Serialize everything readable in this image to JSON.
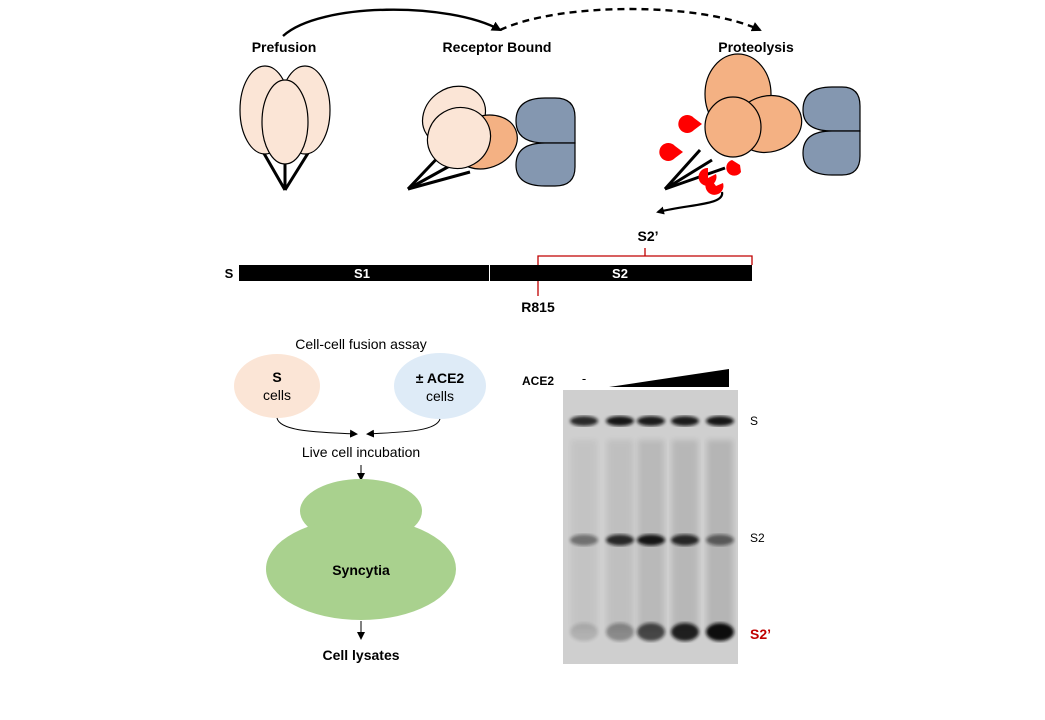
{
  "labels": {
    "prefusion": "Prefusion",
    "receptor_bound": "Receptor Bound",
    "proteolysis": "Proteolysis",
    "s2_prime_top": "S2’",
    "s_bar": "S",
    "s1": "S1",
    "s2": "S2",
    "r815": "R815"
  },
  "assay": {
    "title": "Cell-cell fusion assay",
    "s_cells_line1": "S",
    "s_cells_line2": "cells",
    "ace2_cells_line1": "± ACE2",
    "ace2_cells_line2": "cells",
    "incubation": "Live cell incubation",
    "syncytia": "Syncytia",
    "lysates": "Cell lysates"
  },
  "blot": {
    "ace2_label": "ACE2",
    "minus": "-",
    "band_s": "S",
    "band_s2": "S2",
    "band_s2_prime": "S2’",
    "lanes": 5,
    "s_band_intensity": [
      0.85,
      0.95,
      0.92,
      0.92,
      0.95
    ],
    "s2_band_intensity": [
      0.45,
      0.85,
      0.95,
      0.85,
      0.55
    ],
    "s2_prime_band_intensity": [
      0.15,
      0.35,
      0.7,
      0.9,
      1.0
    ]
  },
  "colors": {
    "light_peach": "#fbe5d6",
    "orange_peach": "#f4b183",
    "slate_blue": "#8497b0",
    "red_protease": "#ff0000",
    "bracket_red": "#c00000",
    "s2_prime_red": "#c00000",
    "s_cells_fill": "#fbe5d6",
    "ace2_cells_fill": "#deebf7",
    "syncytia_green": "#a9d18e"
  }
}
